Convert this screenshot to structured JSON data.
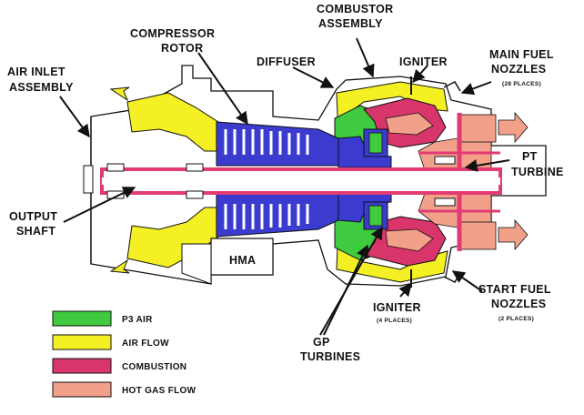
{
  "labels": {
    "combustor_l1": "COMBUSTOR",
    "combustor_l2": "ASSEMBLY",
    "compressor_l1": "COMPRESSOR",
    "compressor_l2": "ROTOR",
    "diffuser": "DIFFUSER",
    "igniter_top": "IGNITER",
    "main_fuel_l1": "MAIN FUEL",
    "main_fuel_l2": "NOZZLES",
    "main_fuel_note": "(28 PLACES)",
    "air_inlet_l1": "AIR INLET",
    "air_inlet_l2": "ASSEMBLY",
    "pt_l1": "PT",
    "pt_l2": "TURBINE",
    "output_l1": "OUTPUT",
    "output_l2": "SHAFT",
    "hma": "HMA",
    "start_fuel_l1": "START FUEL",
    "start_fuel_l2": "NOZZLES",
    "start_fuel_note": "(2 PLACES)",
    "igniter_bottom": "IGNITER",
    "igniter_bottom_note": "(4 PLACES)",
    "gp_l1": "GP",
    "gp_l2": "TURBINES"
  },
  "legend": [
    {
      "label": "P3 AIR",
      "color": "#3fca3f"
    },
    {
      "label": "AIR FLOW",
      "color": "#f4f024"
    },
    {
      "label": "COMBUSTION",
      "color": "#d8356a"
    },
    {
      "label": "HOT GAS FLOW",
      "color": "#f2a08a"
    }
  ],
  "colors": {
    "blue": "#3b3bd0",
    "outline": "#111111",
    "shaft": "#e03c72"
  }
}
